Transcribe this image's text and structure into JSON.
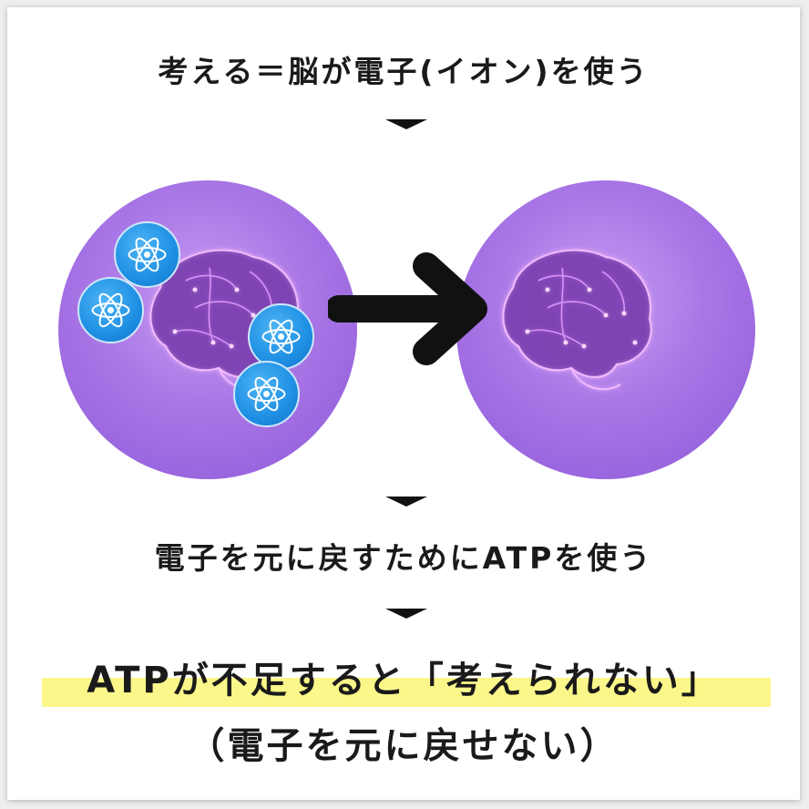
{
  "steps": {
    "step1": "考える＝脳が電子(イオン)を使う",
    "step2": "電子を元に戻すためにATPを使う"
  },
  "conclusion": {
    "line1": "ATPが不足すると「考えられない」",
    "line2": "（電子を元に戻せない）"
  },
  "colors": {
    "circle_bg": "#a977e6",
    "atom_bg": "#1e8fe3",
    "highlight": "#fbf78a",
    "arrow": "#111111"
  },
  "icons": {
    "atom": "atom-icon",
    "brain": "brain-icon",
    "arrow": "right-arrow-icon",
    "down_marker": "down-triangle-icon"
  }
}
